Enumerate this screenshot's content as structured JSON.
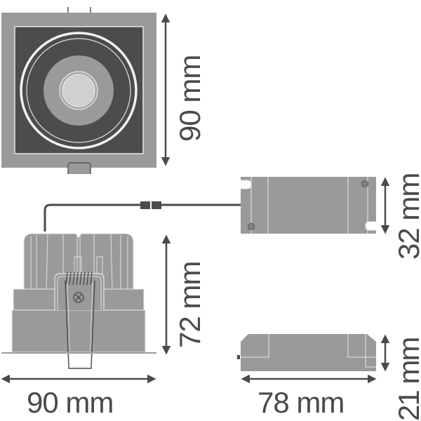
{
  "figure": {
    "type": "product dimension drawing",
    "colors": {
      "body_fill": "#9a9a9a",
      "dark_fill": "#4d4b4b",
      "outline": "#e8e8e8",
      "dimension_line": "#4a4a4a",
      "text": "#4a4a4a",
      "background": "#ffffff"
    }
  },
  "views": {
    "luminaire_front": {
      "name": "Luminaire front view (square trim with round reflector)",
      "height_label": "90 mm"
    },
    "luminaire_side": {
      "name": "Luminaire side view with heat sink, spring clip and cable",
      "height_label": "72 mm",
      "width_label": "90 mm"
    },
    "driver_top": {
      "name": "Driver top view",
      "height_label": "32 mm"
    },
    "driver_side": {
      "name": "Driver side view",
      "height_label": "21 mm",
      "length_label": "78 mm"
    }
  }
}
